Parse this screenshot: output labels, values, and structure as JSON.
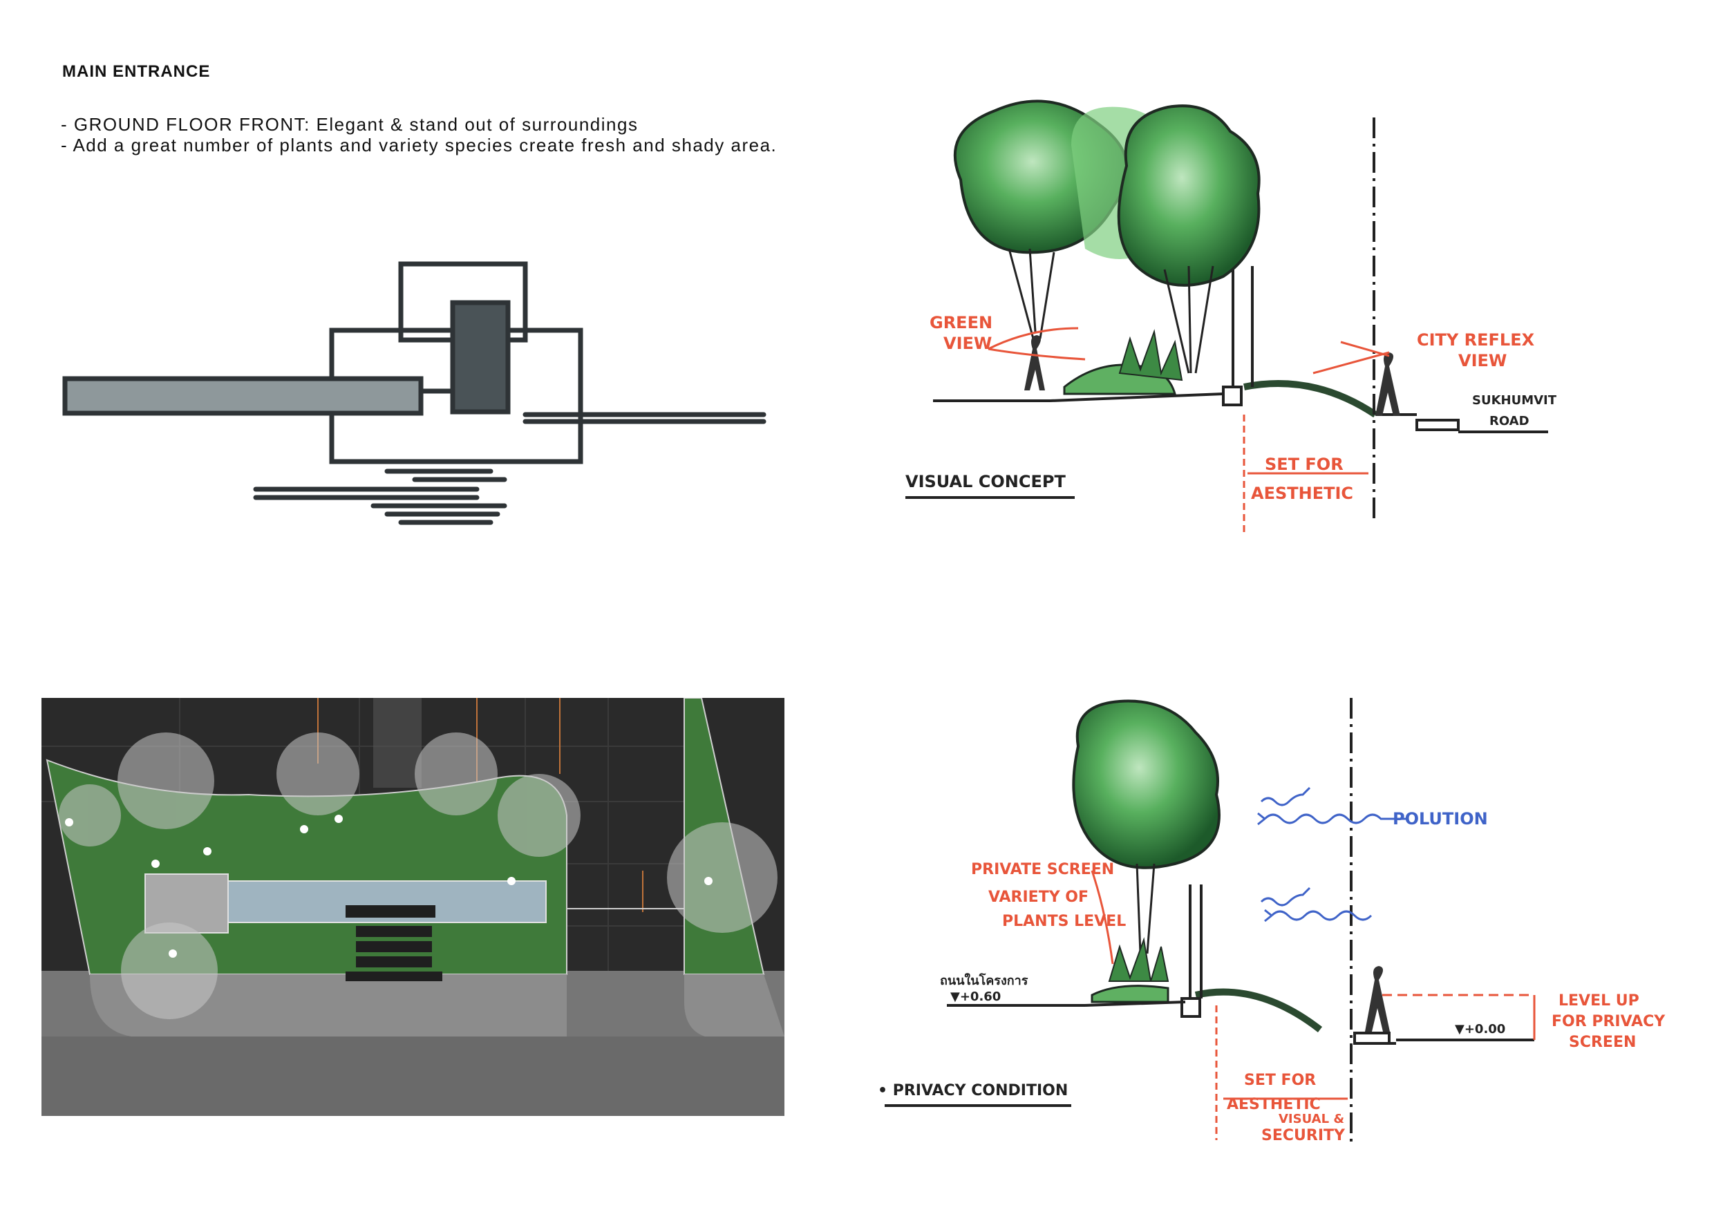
{
  "header": {
    "title": "MAIN ENTRANCE",
    "bullets": [
      "-  GROUND FLOOR FRONT: Elegant & stand out of surroundings",
      "-  Add a great number of plants and variety species create fresh and shady area."
    ]
  },
  "visual_concept": {
    "title": "VISUAL CONCEPT",
    "label_green_line1": "GREEN",
    "label_green_line2": "VIEW",
    "label_city_line1": "CITY REFLEX",
    "label_city_line2": "VIEW",
    "label_road_line1": "SUKHUMVIT",
    "label_road_line2": "ROAD",
    "label_setback_line1": "SET FOR",
    "label_setback_line2": "AESTHETIC"
  },
  "privacy_condition": {
    "title": "• PRIVACY CONDITION",
    "label_private_screen": "PRIVATE SCREEN",
    "label_variety_line1": "VARIETY OF",
    "label_variety_line2": "PLANTS LEVEL",
    "label_pollution": "POLUTION",
    "label_thai": "ถนนในโครงการ",
    "label_level_left": "▼+0.60",
    "label_level_right": "▼+0.00",
    "label_levelup_line1": "LEVEL UP",
    "label_levelup_line2": "FOR PRIVACY",
    "label_levelup_line3": "SCREEN",
    "label_setback_line1": "SET FOR",
    "label_setback_line2": "AESTHETIC",
    "label_setback_line3": "VISUAL &",
    "label_setback_line4": "SECURITY"
  },
  "colors": {
    "sketch_red": "#e8553a",
    "sketch_blue": "#3f63c8",
    "plan_dark": "#2a2a2a",
    "plan_green": "#3f7a3a",
    "plan_grey": "#767676"
  },
  "icons": [
    "person-silhouette-icon",
    "tree-icon",
    "wave-icon",
    "level-marker-icon"
  ]
}
